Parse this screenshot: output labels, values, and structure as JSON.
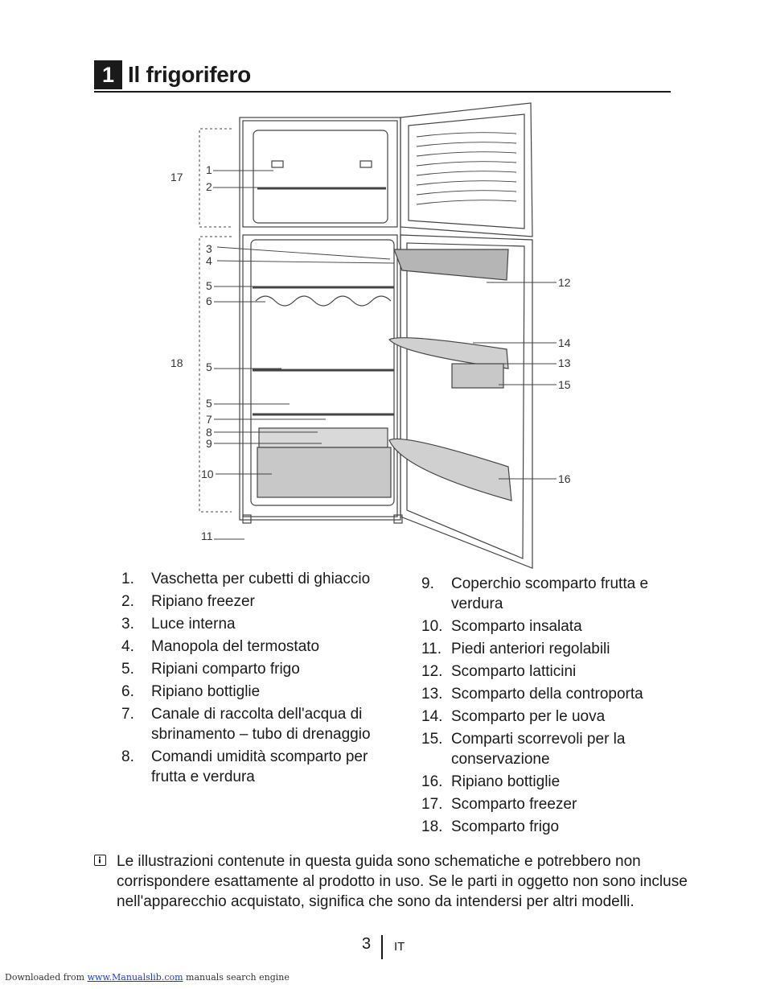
{
  "section": {
    "number": "1",
    "title": "Il frigorifero"
  },
  "figure": {
    "callouts": [
      "1",
      "2",
      "3",
      "4",
      "5",
      "6",
      "5",
      "5",
      "7",
      "8",
      "9",
      "10",
      "11",
      "12",
      "14",
      "13",
      "15",
      "16",
      "17",
      "18"
    ]
  },
  "parts_left": [
    {
      "num": "1.",
      "text": "Vaschetta per cubetti di ghiaccio"
    },
    {
      "num": "2.",
      "text": "Ripiano freezer"
    },
    {
      "num": "3.",
      "text": "Luce interna"
    },
    {
      "num": "4.",
      "text": "Manopola del termostato"
    },
    {
      "num": "5.",
      "text": "Ripiani comparto frigo"
    },
    {
      "num": "6.",
      "text": "Ripiano bottiglie"
    },
    {
      "num": "7.",
      "text": "Canale di raccolta dell'acqua di sbrinamento – tubo di drenaggio"
    },
    {
      "num": "8.",
      "text": "Comandi umidità scomparto per frutta e verdura"
    }
  ],
  "parts_right": [
    {
      "num": "9.",
      "text": "Coperchio scomparto frutta e verdura"
    },
    {
      "num": "10.",
      "text": "Scomparto insalata"
    },
    {
      "num": "11.",
      "text": "Piedi anteriori regolabili"
    },
    {
      "num": "12.",
      "text": "Scomparto latticini"
    },
    {
      "num": "13.",
      "text": "Scomparto della controporta"
    },
    {
      "num": "14.",
      "text": "Scomparto per le uova"
    },
    {
      "num": "15.",
      "text": "Comparti scorrevoli per la conservazione"
    },
    {
      "num": "16.",
      "text": "Ripiano bottiglie"
    },
    {
      "num": "17.",
      "text": "Scomparto freezer"
    },
    {
      "num": "18.",
      "text": "Scomparto frigo"
    }
  ],
  "note": {
    "icon": "info-icon",
    "text": "Le illustrazioni contenute in questa guida sono schematiche e potrebbero non corrispondere esattamente al prodotto in uso. Se le parti in oggetto non sono incluse nell'apparecchio acquistato, significa che sono da intendersi per altri modelli."
  },
  "page": {
    "number": "3",
    "language": "IT"
  },
  "footer": {
    "prefix": "Downloaded from ",
    "link": "www.Manualslib.com",
    "suffix": " manuals search engine"
  }
}
